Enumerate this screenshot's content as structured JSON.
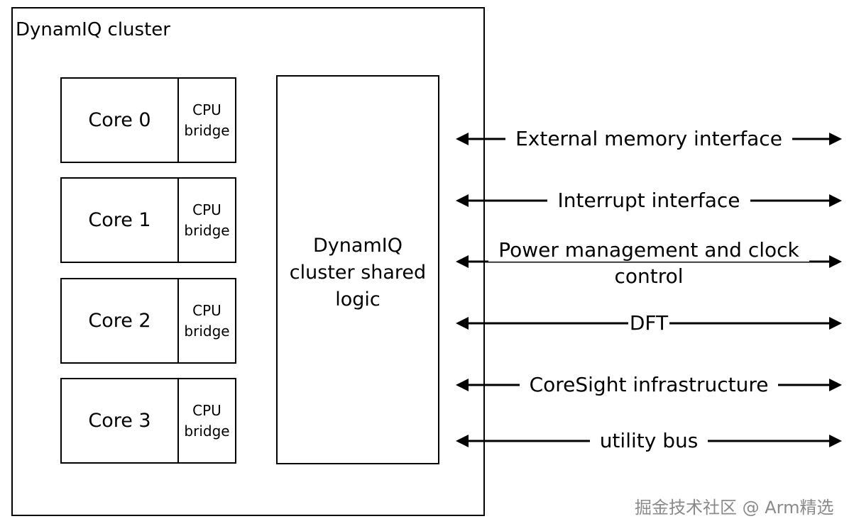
{
  "diagram": {
    "cluster_title": "DynamIQ cluster",
    "cores": [
      {
        "label": "Core 0",
        "bridge_line1": "CPU",
        "bridge_line2": "bridge"
      },
      {
        "label": "Core 1",
        "bridge_line1": "CPU",
        "bridge_line2": "bridge"
      },
      {
        "label": "Core 2",
        "bridge_line1": "CPU",
        "bridge_line2": "bridge"
      },
      {
        "label": "Core 3",
        "bridge_line1": "CPU",
        "bridge_line2": "bridge"
      }
    ],
    "shared_logic": {
      "line1": "DynamIQ",
      "line2": "cluster shared",
      "line3": "logic"
    },
    "interfaces": [
      {
        "line1": "External memory interface",
        "line2": ""
      },
      {
        "line1": "Interrupt interface",
        "line2": ""
      },
      {
        "line1": "Power management and clock",
        "line2": "control"
      },
      {
        "line1": "DFT",
        "line2": ""
      },
      {
        "line1": "CoreSight infrastructure",
        "line2": ""
      },
      {
        "line1": "utility bus",
        "line2": ""
      }
    ]
  },
  "watermark": "掘金技术社区 @ Arm精选"
}
